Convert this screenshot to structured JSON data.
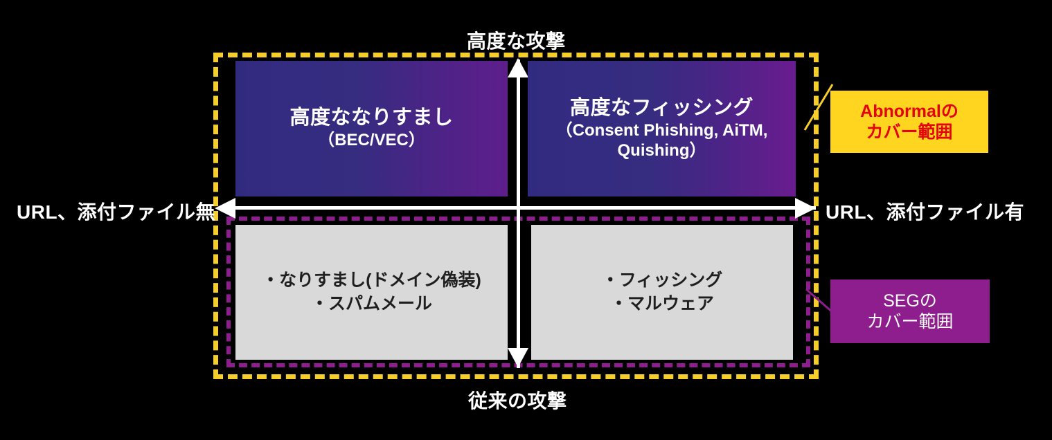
{
  "diagram": {
    "title_implicit": "Email attack coverage quadrant",
    "axes": {
      "top_label": "高度な攻撃",
      "bottom_label": "従来の攻撃",
      "left_label": "URL、添付ファイル無",
      "right_label": "URL、添付ファイル有"
    },
    "quadrants": [
      {
        "id": "top-left",
        "title": "高度ななりすまし",
        "subtitle": "（BEC/VEC）",
        "style": "gradient-blue-purple"
      },
      {
        "id": "top-right",
        "title": "高度なフィッシング",
        "subtitle": "（Consent Phishing, AiTM, Quishing）",
        "style": "gradient-blue-purple"
      },
      {
        "id": "bottom-left",
        "line1": "・なりすまし(ドメイン偽装)",
        "line2": "・スパムメール",
        "style": "gray"
      },
      {
        "id": "bottom-right",
        "line1": "・フィッシング",
        "line2": "・マルウェア",
        "style": "gray"
      }
    ],
    "legends": [
      {
        "id": "abnormal",
        "line1": "Abnormalの",
        "line2": "カバー範囲",
        "fill": "#FFD520",
        "text_color": "#E3050E",
        "frame_style": "yellow-dashed"
      },
      {
        "id": "seg",
        "line1": "SEGの",
        "line2": "カバー範囲",
        "fill": "#8E1E8E",
        "text_color": "#FFFFFF",
        "frame_style": "purple-dashed"
      }
    ],
    "colors": {
      "background": "#000000",
      "axis": "#FFFFFF",
      "yellow_dash": "#F5CE2B",
      "purple_dash": "#8E1E8E",
      "gray_box": "#D9D9D9",
      "gradient_start": "#312B80",
      "gradient_end": "#6A1C8F"
    }
  }
}
